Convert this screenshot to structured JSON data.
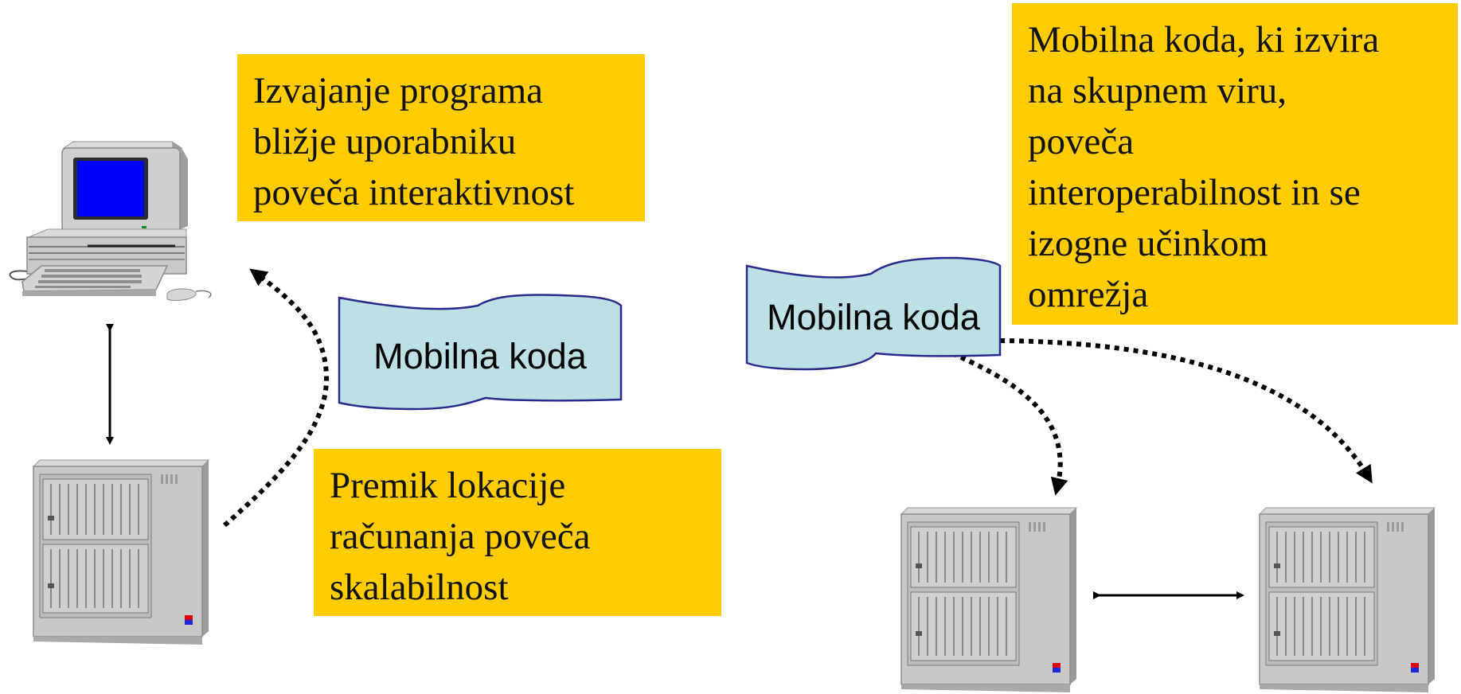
{
  "notes": {
    "interactivity": [
      "Izvajanje programa",
      "bližje uporabniku",
      "poveča interaktivnost"
    ],
    "scalability": [
      "Premik lokacije",
      "računanja poveča",
      "skalabilnost"
    ],
    "interoperability": [
      "Mobilna koda, ki izvira",
      "na skupnem viru,",
      "poveča",
      "interoperabilnost in se",
      "izogne učinkom",
      "omrežja"
    ]
  },
  "banners": {
    "left": "Mobilna koda",
    "right": "Mobilna koda"
  },
  "colors": {
    "note_fill": "#FFCC00",
    "banner_fill": "#BCE0E4",
    "banner_stroke": "#2A2A8C",
    "screen": "#0000FF",
    "arrow": "#000000"
  },
  "icons": [
    "desktop-computer-icon",
    "server-icon"
  ]
}
